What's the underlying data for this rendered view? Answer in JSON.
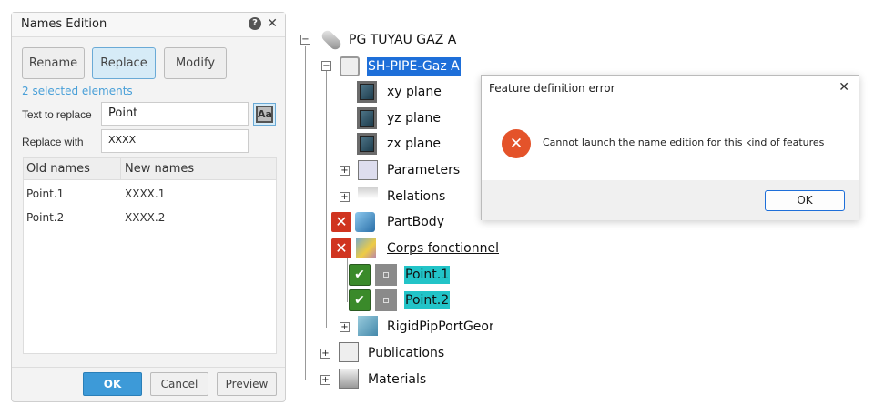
{
  "names_edition": {
    "title": "Names Edition",
    "help": "?",
    "close": "✕",
    "tabs": [
      "Rename",
      "Replace",
      "Modify"
    ],
    "selected_count": "2 selected elements",
    "text_to_replace_label": "Text to replace",
    "text_to_replace_value": "Point",
    "match_case": "Aa",
    "replace_with_label": "Replace with",
    "replace_with_value": "XXXX",
    "columns": [
      "Old names",
      "New names"
    ],
    "rows": [
      [
        "Point.1",
        "XXXX.1"
      ],
      [
        "Point.2",
        "XXXX.2"
      ]
    ],
    "ok": "OK",
    "cancel": "Cancel",
    "preview": "Preview"
  },
  "tree": {
    "root": "PG TUYAU GAZ A",
    "part": "SH-PIPE-Gaz A",
    "planes": [
      "xy plane",
      "yz plane",
      "zx plane"
    ],
    "parameters": "Parameters",
    "relations": "Relations",
    "partbody": "PartBody",
    "corps": "Corps fonctionnel",
    "points": [
      "Point.1",
      "Point.2"
    ],
    "rigid": "RigidPipPortGeom",
    "publications": "Publications",
    "materials": "Materials",
    "pm_minus": "−",
    "pm_plus": "+",
    "x_mark": "✕",
    "check_mark": "✔"
  },
  "error_dialog": {
    "title": "Feature definition error",
    "close": "✕",
    "icon": "✕",
    "message": "Cannot launch the name edition for this kind of features",
    "ok": "OK"
  }
}
